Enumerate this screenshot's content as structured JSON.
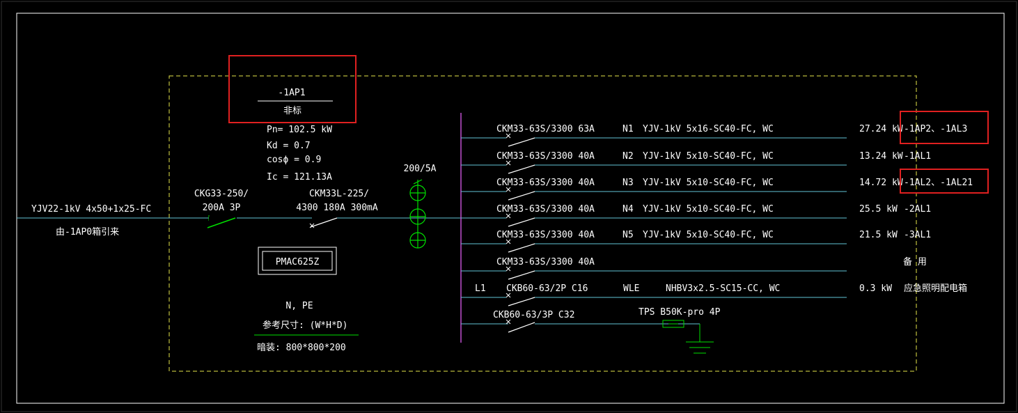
{
  "colors": {
    "background": "#000000",
    "frame": "#ffffff",
    "panel_border": "#e6e64a",
    "line": "#62c5d6",
    "busbar": "#c050d0",
    "component": "#00e000",
    "highlight": "#e02020",
    "text": "#ffffff"
  },
  "panel": {
    "id": "-1AP1",
    "type": "非标",
    "pn": "Pn= 102.5 kW",
    "kd": "Kd = 0.7",
    "cos": "cosϕ = 0.9",
    "ic": "Ic = 121.13A",
    "meter": "PMAC625Z",
    "np": "N, PE",
    "ref_size": "参考尺寸:  (W*H*D)",
    "mount": "暗装: 800*800*200"
  },
  "incoming": {
    "cable": "YJV22-1kV 4x50+1x25-FC",
    "source": "由-1AP0箱引来",
    "switch1_a": "CKG33-250/",
    "switch1_b": "200A 3P",
    "switch2_a": "CKM33L-225/",
    "switch2_b": "4300 180A 300mA",
    "ct": "200/5A"
  },
  "circuits": [
    {
      "breaker": "CKM33-63S/3300 63A",
      "phase": "N1",
      "cable": "YJV-1kV 5x16-SC40-FC, WC",
      "power": "27.24 kW",
      "dest": "-1AP2、-1AL3"
    },
    {
      "breaker": "CKM33-63S/3300 40A",
      "phase": "N2",
      "cable": "YJV-1kV 5x10-SC40-FC, WC",
      "power": "13.24 kW",
      "dest": "-1AL1"
    },
    {
      "breaker": "CKM33-63S/3300 40A",
      "phase": "N3",
      "cable": "YJV-1kV 5x10-SC40-FC, WC",
      "power": "14.72 kW",
      "dest": "-1AL2、-1AL21"
    },
    {
      "breaker": "CKM33-63S/3300 40A",
      "phase": "N4",
      "cable": "YJV-1kV 5x10-SC40-FC, WC",
      "power": "25.5 kW",
      "dest": "-2AL1"
    },
    {
      "breaker": "CKM33-63S/3300 40A",
      "phase": "N5",
      "cable": "YJV-1kV 5x10-SC40-FC, WC",
      "power": "21.5 kW",
      "dest": "-3AL1"
    },
    {
      "breaker": "CKM33-63S/3300 40A",
      "phase": "",
      "cable": "",
      "power": "",
      "dest": "备  用"
    },
    {
      "breaker": "CKB60-63/2P C16",
      "phase": "WLE",
      "cable": "NHBV3x2.5-SC15-CC, WC",
      "power": "0.3 kW",
      "dest": "应急照明配电箱",
      "pre": "L1"
    }
  ],
  "spd": {
    "breaker": "CKB60-63/3P C32",
    "label": "TPS B50K-pro 4P"
  }
}
